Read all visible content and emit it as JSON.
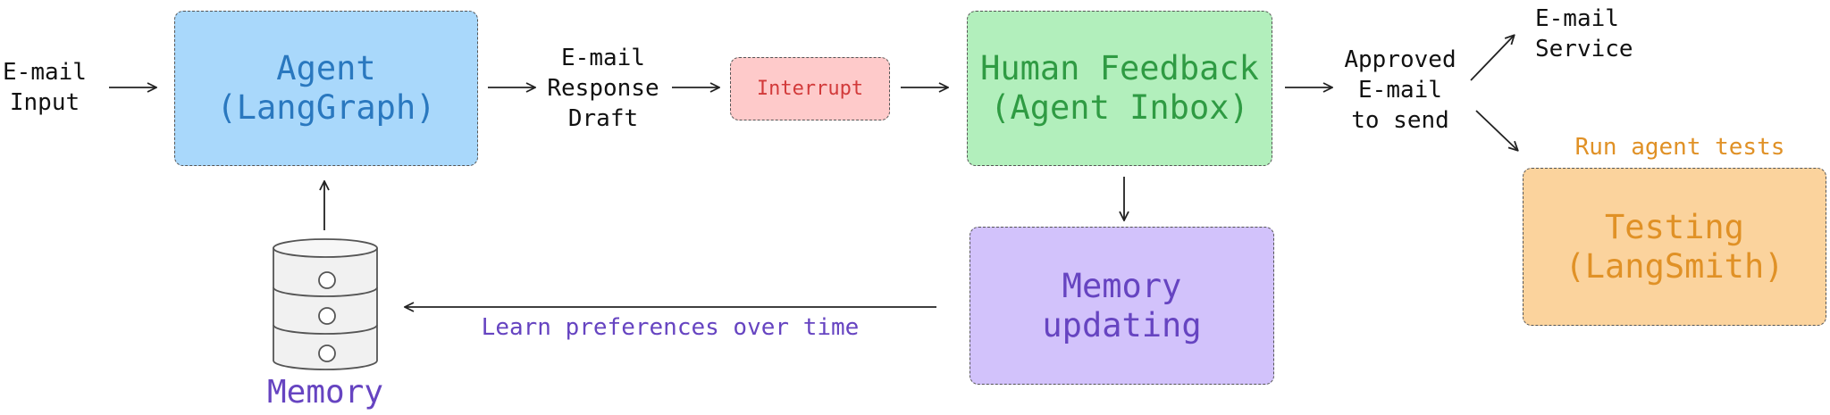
{
  "nodes": {
    "email_input": "E-mail\nInput",
    "agent": "Agent\n(LangGraph)",
    "response_draft": "E-mail\nResponse\nDraft",
    "interrupt": "Interrupt",
    "human_feedback": "Human Feedback\n(Agent Inbox)",
    "approved": "Approved\nE-mail\nto send",
    "email_service": "E-mail\nService",
    "run_tests": "Run agent tests",
    "testing": "Testing\n(LangSmith)",
    "memory_updating": "Memory\nupdating",
    "learn": "Learn preferences over time",
    "memory": "Memory"
  },
  "colors": {
    "agent_fill": "#a9d8fb",
    "agent_text": "#2a78bf",
    "interrupt_fill": "#fecaca",
    "interrupt_text": "#d23a3a",
    "feedback_fill": "#b2efbc",
    "feedback_text": "#2f9b43",
    "memory_fill": "#d2c2fb",
    "memory_text": "#6644c1",
    "testing_fill": "#fbd39d",
    "testing_text": "#e09126"
  },
  "icons": {
    "memory_store": "database-cylinder-icon"
  }
}
